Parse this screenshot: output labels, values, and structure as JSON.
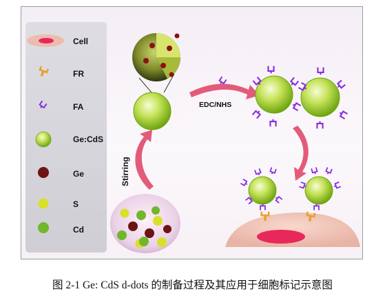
{
  "legend": [
    {
      "key": "cell",
      "label": "Cell"
    },
    {
      "key": "fr",
      "label": "FR"
    },
    {
      "key": "fa",
      "label": "FA"
    },
    {
      "key": "gecds",
      "label": "Ge:CdS"
    },
    {
      "key": "ge",
      "label": "Ge"
    },
    {
      "key": "s",
      "label": "S"
    },
    {
      "key": "cd",
      "label": "Cd"
    }
  ],
  "labels": {
    "stirring": "Stirring",
    "edc_nhs": "EDC/NHS"
  },
  "caption": "图 2-1 Ge: CdS d-dots 的制备过程及其应用于细胞标记示意图",
  "colors": {
    "green_dot": "#8fc21f",
    "green_light": "#e8f5a0",
    "ge_dot": "#6d1414",
    "s_dot": "#d9e02a",
    "cd_dot": "#72b62a",
    "fa_purple": "#8a2be2",
    "fr_orange": "#e8a12a",
    "cell_pink": "#f2c8bd",
    "nucleus": "#e8285a",
    "arrow_pink": "#e35b7a"
  }
}
